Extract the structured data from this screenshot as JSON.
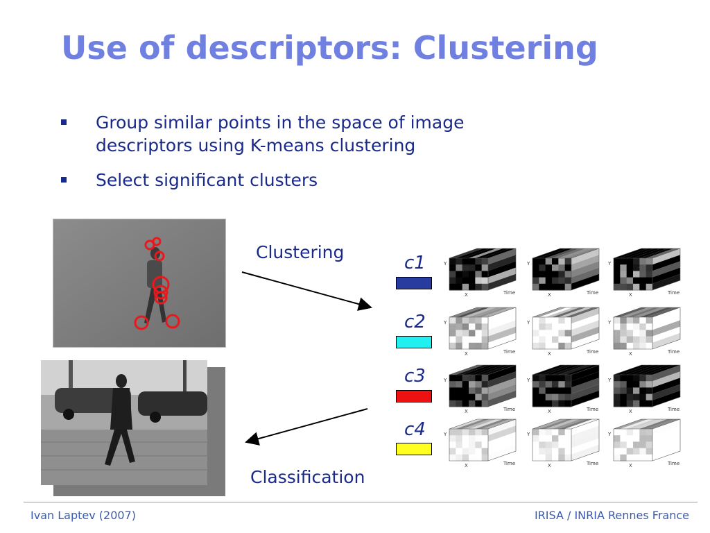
{
  "slide": {
    "title": "Use of descriptors: Clustering",
    "bullets": [
      "Group similar points in the space of image descriptors using K-means clustering",
      "Select significant clusters"
    ],
    "clustering_label": "Clustering",
    "classification_label": "Classification"
  },
  "clusters": [
    {
      "label": "c1",
      "color": "#283ca0"
    },
    {
      "label": "c2",
      "color": "#22f0f0"
    },
    {
      "label": "c3",
      "color": "#ee1111"
    },
    {
      "label": "c4",
      "color": "#ffff22"
    }
  ],
  "axis_labels": {
    "x": "X",
    "y": "Y",
    "t": "Time"
  },
  "footer": {
    "left": "Ivan Laptev (2007)",
    "right": "IRISA / INRIA Rennes France"
  }
}
